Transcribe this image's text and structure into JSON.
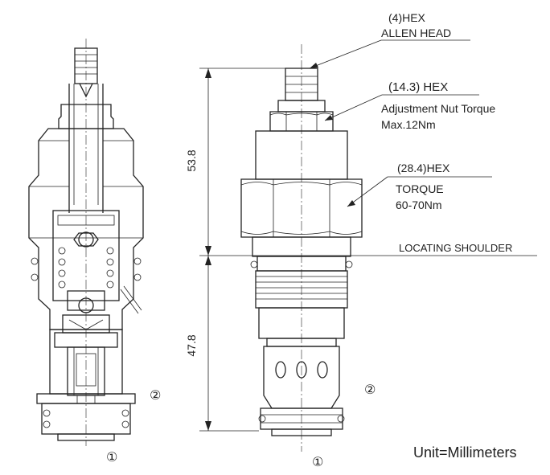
{
  "callouts": {
    "allen_head_size": "(4)HEX",
    "allen_head_name": "ALLEN HEAD",
    "adjust_nut_size": "(14.3) HEX",
    "adjust_nut_torque": "Adjustment Nut Torque",
    "adjust_nut_max": "Max.12Nm",
    "body_hex_size": "(28.4)HEX",
    "body_torque_label": "TORQUE",
    "body_torque_value": "60-70Nm",
    "locating_shoulder": "LOCATING SHOULDER"
  },
  "dimensions": {
    "upper": "53.8",
    "lower": "47.8"
  },
  "ports": {
    "section_port_1": "①",
    "section_port_2": "②",
    "side_port_1": "①",
    "side_port_2": "②"
  },
  "units": "Unit=Millimeters"
}
